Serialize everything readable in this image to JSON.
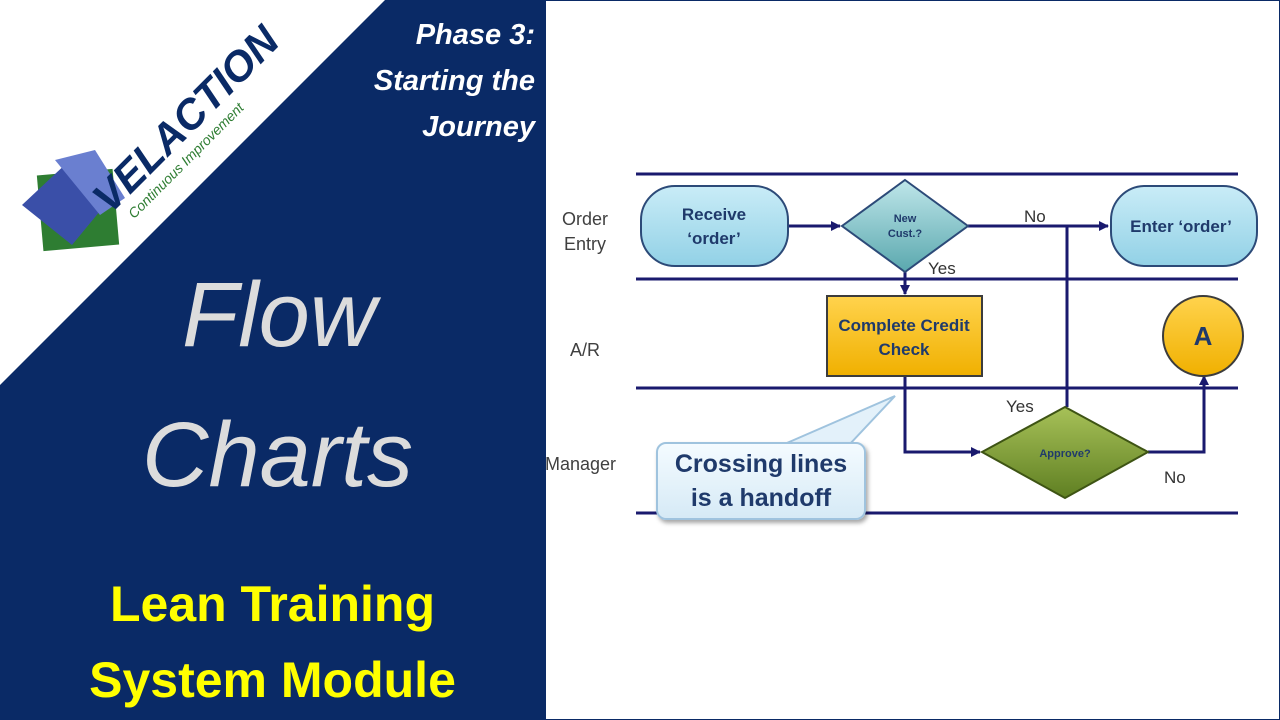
{
  "logo": {
    "brand": "VELACTION",
    "tagline": "Continuous Improvement"
  },
  "header": {
    "phase_line1": "Phase 3:",
    "phase_line2": "Starting the",
    "phase_line3": "Journey"
  },
  "main": {
    "title_line1": "Flow",
    "title_line2": "Charts",
    "subtitle_line1": "Lean Training",
    "subtitle_line2": "System Module"
  },
  "flowchart": {
    "lanes": {
      "order_entry_line1": "Order",
      "order_entry_line2": "Entry",
      "ar": "A/R",
      "manager": "Manager"
    },
    "nodes": {
      "receive_line1": "Receive",
      "receive_line2": "‘order’",
      "new_cust_line1": "New",
      "new_cust_line2": "Cust.?",
      "enter_order": "Enter ‘order’",
      "credit_line1": "Complete Credit",
      "credit_line2": "Check",
      "approve": "Approve?",
      "connector": "A"
    },
    "edge_labels": {
      "no_top": "No",
      "yes_top": "Yes",
      "yes_mid": "Yes",
      "no_bottom": "No"
    },
    "callout": {
      "line1": "Crossing lines",
      "line2": "is a handoff"
    }
  },
  "colors": {
    "navy": "#0a2a66",
    "lane_line": "#1a1a6e",
    "title_gray": "#dcdcdc",
    "subtitle_yellow": "#ffff00",
    "process_blue": "#a9ddee",
    "decision_teal": "#5aa8ae",
    "credit_yellow": "#ffc000",
    "approve_green": "#6f8e2a",
    "connector_yellow": "#ffc000"
  }
}
